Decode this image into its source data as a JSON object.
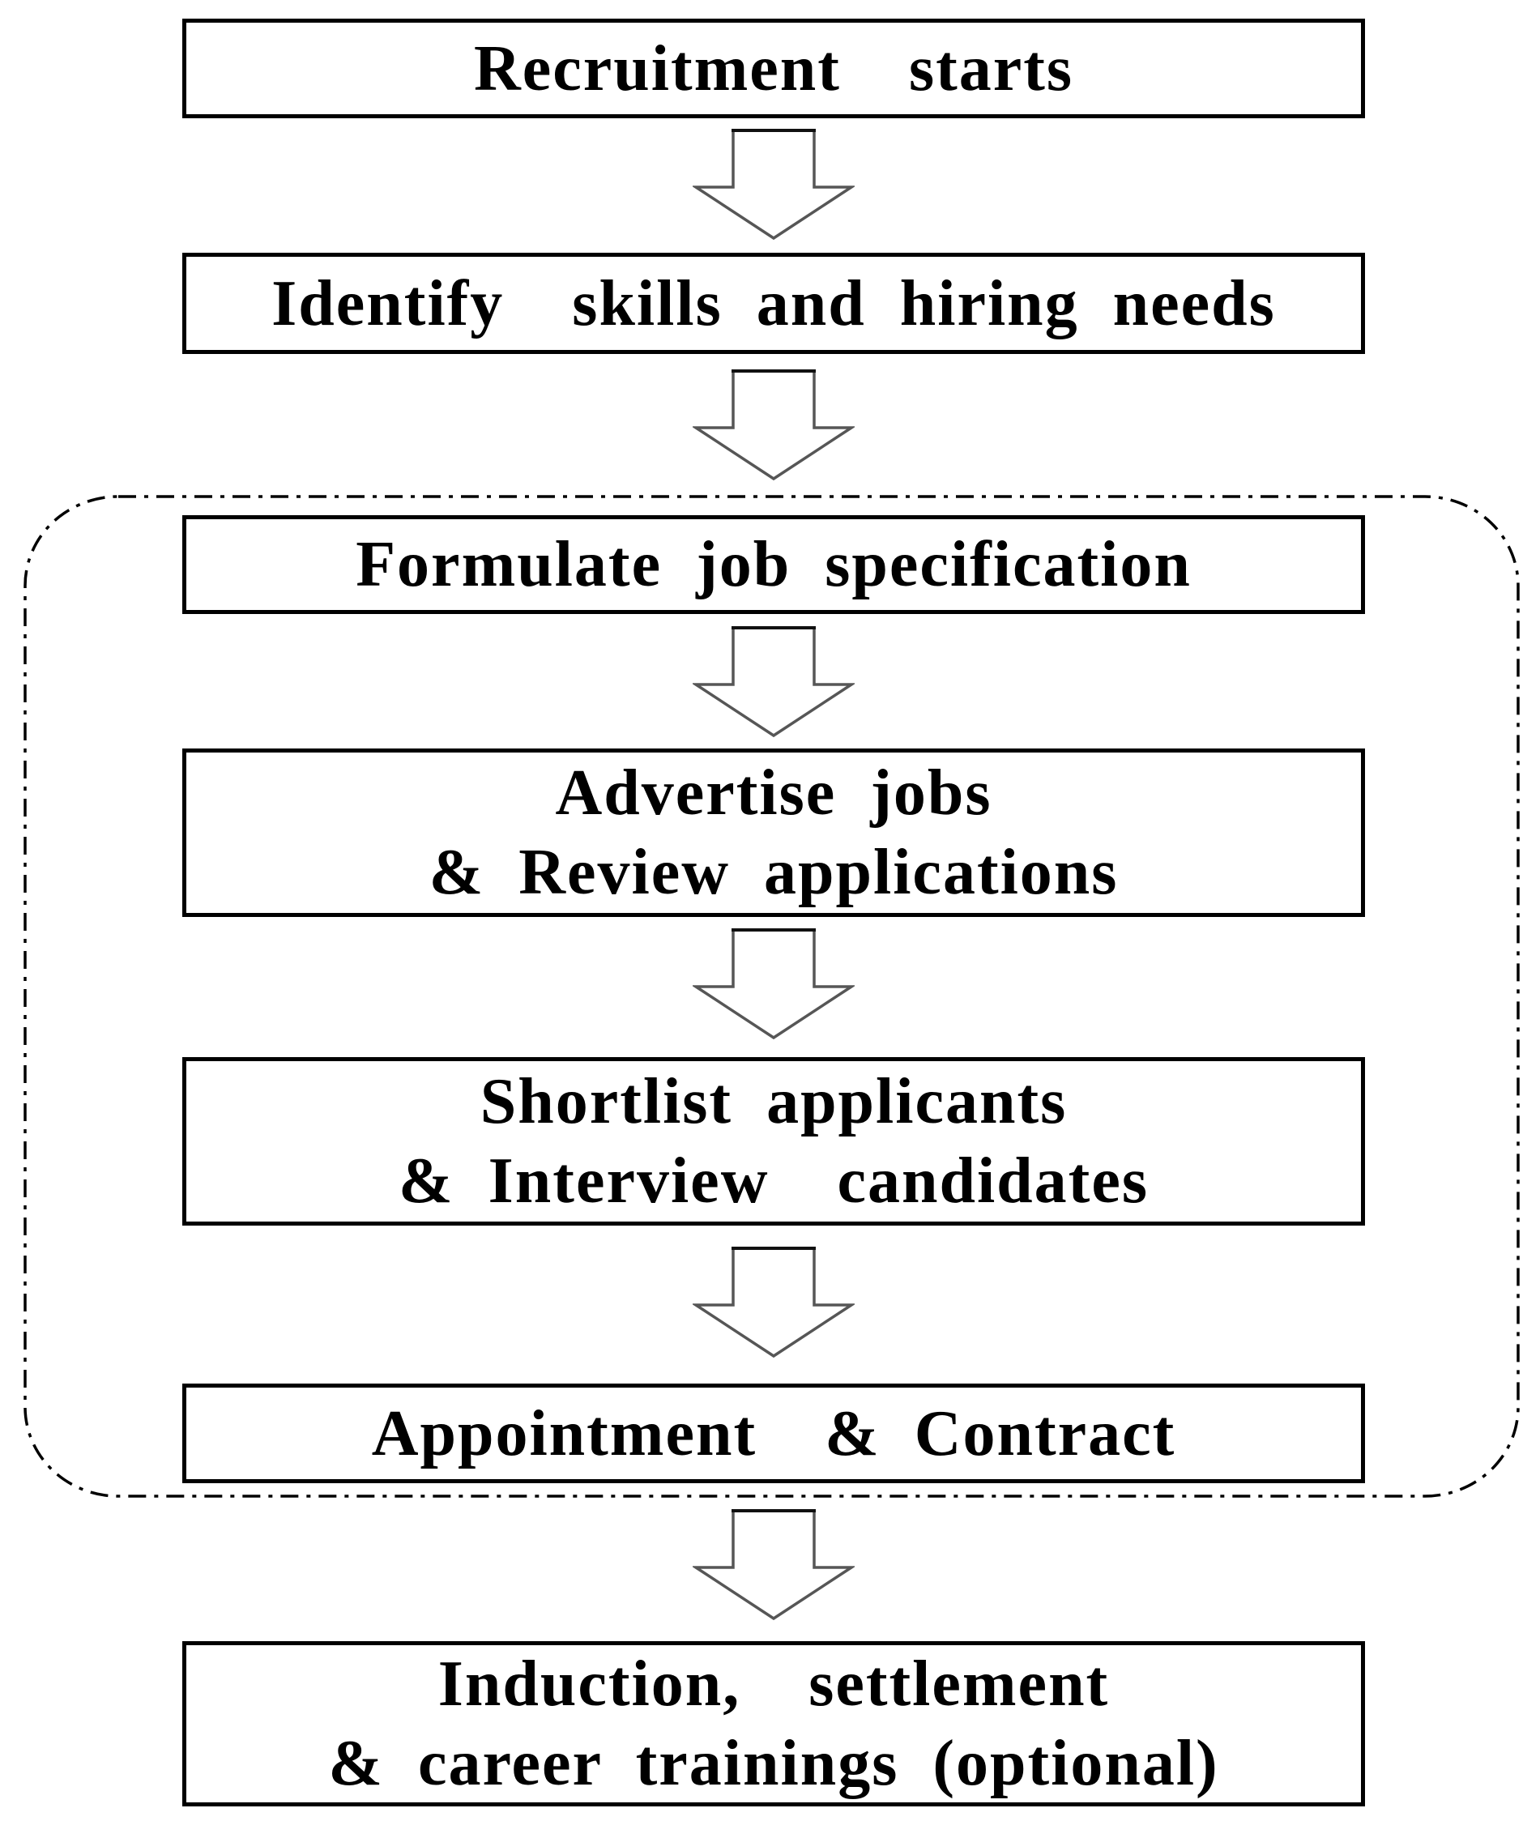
{
  "flowchart": {
    "steps": [
      {
        "id": "recruitment-starts",
        "label": "Recruitment  starts",
        "grouped": false
      },
      {
        "id": "identify-skills",
        "label": "Identify  skills and hiring needs",
        "grouped": false
      },
      {
        "id": "formulate-job-spec",
        "label": "Formulate job specification",
        "grouped": true
      },
      {
        "id": "advertise-review",
        "label": "Advertise jobs\n& Review applications",
        "grouped": true
      },
      {
        "id": "shortlist-interview",
        "label": "Shortlist applicants\n& Interview  candidates",
        "grouped": true
      },
      {
        "id": "appointment-contract",
        "label": "Appointment  & Contract",
        "grouped": true
      },
      {
        "id": "induction-training",
        "label": "Induction,  settlement\n& career trainings (optional)",
        "grouped": false
      }
    ],
    "group": {
      "style": "dash-dot-rounded-rectangle",
      "contains_steps": [
        2,
        3,
        4,
        5
      ]
    },
    "connectors": {
      "shape": "hollow-block-down-arrow",
      "count": 6
    },
    "colors": {
      "background": "#ffffff",
      "box_fill": "#ffffff",
      "box_border": "#000000",
      "text": "#000000",
      "arrow_fill": "#ffffff",
      "arrow_outline": "#565656",
      "group_border": "#000000"
    }
  }
}
